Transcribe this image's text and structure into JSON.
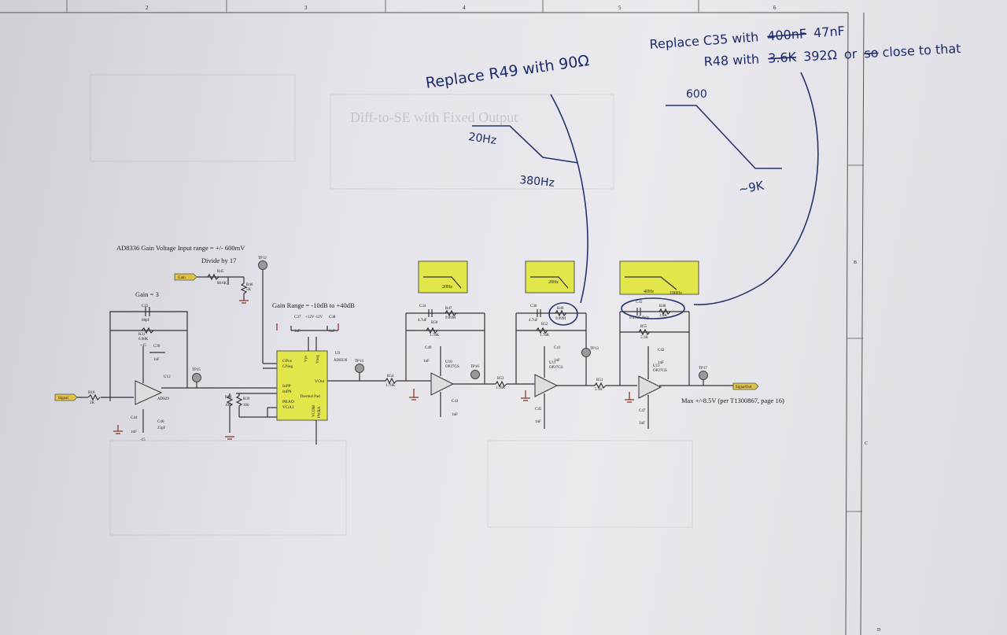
{
  "schematic": {
    "border_numbers": [
      "2",
      "3",
      "4",
      "5",
      "6"
    ],
    "border_letters": [
      "B",
      "C",
      "D"
    ],
    "faded_title": "Diff-to-SE with Fixed Output",
    "title_gain_range": "AD8336 Gain Voltage Input range = +/- 600mV",
    "divide_by": "Divide by 17",
    "gain_3": "Gain = 3",
    "gain_range": "Gain Range = -10dB to +40dB",
    "output_note": "Max +/-8.5V (per T1300867, page 16)",
    "ports": {
      "signal": "Signal",
      "gain": "Gain",
      "output": "SignalOut"
    },
    "test_points": [
      "TP12",
      "TP15",
      "TP14",
      "TP16",
      "TP13",
      "TP17"
    ],
    "ics": {
      "u12": {
        "ref": "U12",
        "part": "AD829"
      },
      "u9": {
        "ref": "U9",
        "part": "AD8336"
      },
      "u10": {
        "ref": "U10",
        "part": "OP27GS"
      },
      "u11": {
        "ref": "U11",
        "part": "OP27GS"
      },
      "u13": {
        "ref": "U13",
        "part": "OP27GS"
      }
    },
    "u9_pins": [
      "GPos",
      "GNeg",
      "InPP",
      "InPN",
      "PRAO",
      "VGA1",
      "Vps",
      "Vneg",
      "VOut",
      "Thermal Pad",
      "VCOM",
      "PWRA"
    ],
    "resistors": [
      "R45",
      "R46",
      "R16",
      "R31",
      "R38",
      "R39",
      "R54",
      "R47",
      "R50",
      "R53",
      "R49",
      "R52",
      "R51",
      "R48",
      "R55"
    ],
    "capacitors": [
      "C33",
      "C39",
      "C44",
      "C46",
      "C37",
      "C38",
      "C34",
      "C40",
      "C43",
      "C36",
      "C41",
      "C45",
      "C35",
      "C42",
      "C47"
    ],
    "values": {
      "r45": "80.6K",
      "r46": "5K",
      "r16": "2K",
      "r31": "6.98K",
      "r38": "100",
      "r39": "300",
      "r54": "1.78K",
      "r47": "9.09M",
      "r50": "1.78K",
      "r53": "1.78K",
      "r49": "9.09M",
      "r52": "1.78K",
      "r51": "5.1K",
      "r48": "3.6K",
      "r55": "5.1K",
      "c33": "68pF",
      "c39": "1nF",
      "c44": "1nF",
      "c46": "25pF",
      "c37": "1nF",
      "c38": "1nF",
      "c34": "4.7uF",
      "c36": "4.7uF",
      "c35": "0.47uF, Poly",
      "c40": "1nF",
      "c41": "1nF",
      "c42": "1nF",
      "c43": "1nF",
      "c45": "1nF",
      "c47": "1nF",
      "v_pos12": "+12V",
      "v_neg12": "-12V",
      "v_pos15": "+15",
      "v_neg15": "-15"
    },
    "filter_boxes": [
      {
        "label": "20Hz"
      },
      {
        "label": "20Hz"
      },
      {
        "label": "40Hz",
        "label2": "100Hz"
      }
    ]
  },
  "handwriting": {
    "replace_r49": "Replace R49 with 90Ω",
    "replace_c35_prefix": "Replace C35 with",
    "c35_struck": "400nF",
    "c35_value": "47nF",
    "replace_r48_prefix": "R48 with",
    "r48_struck": "3.6K",
    "r48_value": "392Ω",
    "r48_suffix": "or",
    "r48_struck2": "so",
    "r48_tail": "close to that",
    "plot1_low": "20Hz",
    "plot1_high": "380Hz",
    "plot2_top": "600",
    "plot2_bottom": "~9K"
  }
}
